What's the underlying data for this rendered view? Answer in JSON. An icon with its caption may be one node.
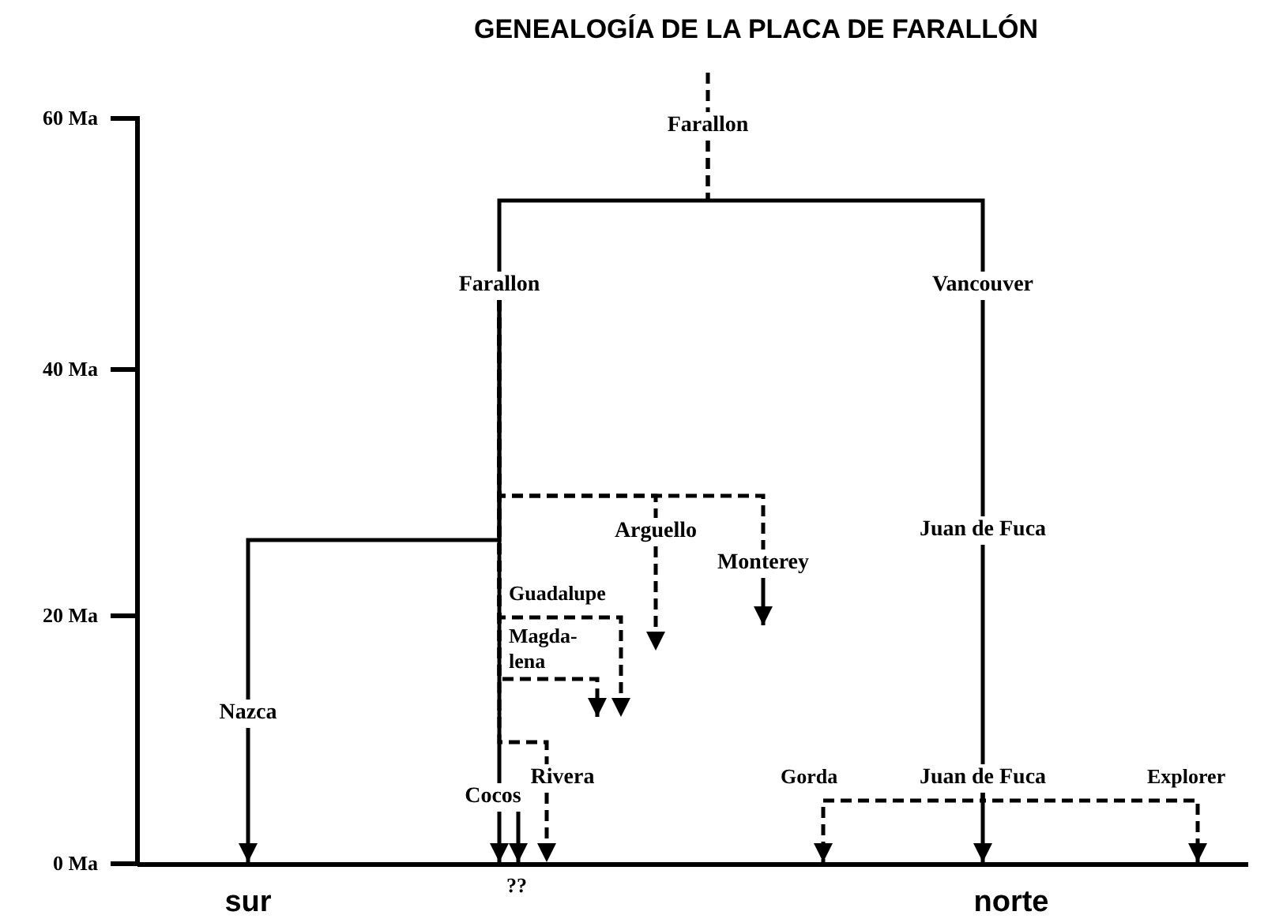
{
  "diagram": {
    "title": "GENEALOGÍA DE LA PLACA DE FARALLÓN",
    "nodes": [
      {
        "text": [
          "Farallon"
        ]
      },
      {
        "text": [
          "Farallon"
        ]
      },
      {
        "text": [
          "Vancouver"
        ]
      },
      {
        "text": [
          "Arguello"
        ]
      },
      {
        "text": [
          "Juan de Fuca"
        ]
      },
      {
        "text": [
          "Monterey"
        ]
      },
      {
        "text": [
          "Nazca"
        ]
      },
      {
        "text": [
          "Rivera"
        ]
      },
      {
        "text": [
          "Cocos"
        ]
      },
      {
        "text": [
          "Juan de Fuca"
        ]
      },
      {
        "text": [],
        "shape": "bar"
      }
    ],
    "edges": [
      {
        "from": null,
        "to": 0,
        "arrow": "none",
        "style": "dashed"
      },
      {
        "from": 0,
        "to": 1,
        "arrow": "none",
        "style": "dashed"
      },
      {
        "from": 0,
        "to": 2,
        "arrow": "none",
        "style": "dashed"
      },
      {
        "from": 1,
        "to": 8,
        "arrow": "none"
      },
      {
        "from": 8,
        "to": 10,
        "arrow": "to"
      },
      {
        "from": 8,
        "to": 10,
        "arrow": "to"
      },
      {
        "from": 1,
        "to": 6,
        "arrow": "none"
      },
      {
        "from": 6,
        "to": 10,
        "arrow": "to"
      },
      {
        "from": 1,
        "to": 3,
        "arrow": "none",
        "style": "dashed"
      },
      {
        "from": 1,
        "to": 5,
        "arrow": "none",
        "style": "dashed"
      },
      {
        "from": 3,
        "to": null,
        "arrow": "to",
        "style": "dashed"
      },
      {
        "from": 5,
        "to": null,
        "arrow": "to"
      },
      {
        "from": 1,
        "to": null,
        "arrow": "to",
        "style": "dashed",
        "label": "Guadalupe"
      },
      {
        "from": 1,
        "to": null,
        "arrow": "to",
        "style": "dashed",
        "label": "Magda- lena"
      },
      {
        "from": 1,
        "to": 7,
        "arrow": "none",
        "style": "dashed"
      },
      {
        "from": 7,
        "to": 10,
        "arrow": "to",
        "style": "dashed"
      },
      {
        "from": 2,
        "to": 4,
        "arrow": "none"
      },
      {
        "from": 4,
        "to": 9,
        "arrow": "none"
      },
      {
        "from": 9,
        "to": 10,
        "arrow": "to"
      },
      {
        "from": 9,
        "to": 10,
        "arrow": "to",
        "style": "dashed",
        "label": "Gorda"
      },
      {
        "from": 9,
        "to": 10,
        "arrow": "to",
        "style": "dashed",
        "label": "Explorer"
      }
    ],
    "labels": [
      "60 Ma",
      "40 Ma",
      "20 Ma",
      "0 Ma",
      "??",
      "sur",
      "norte"
    ]
  }
}
